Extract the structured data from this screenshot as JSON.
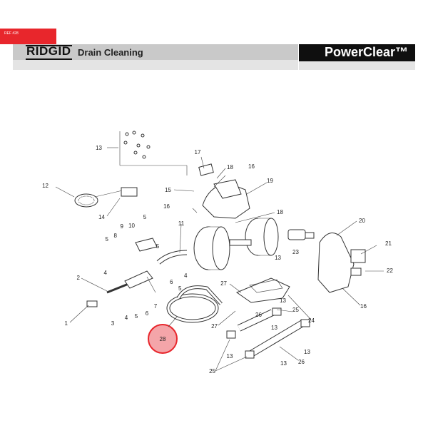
{
  "header": {
    "ref_tag": "REF #28",
    "brand": "RIDGID",
    "section": "Drain Cleaning",
    "product": "PowerClear™"
  },
  "colors": {
    "accent_red": "#e8262c",
    "header_gray": "#c9c9c9",
    "product_bar": "#0f0f0f",
    "highlight_fill": "#f4a5a9"
  },
  "diagram": {
    "highlighted_part": "28",
    "callouts": [
      "1",
      "2",
      "3",
      "4",
      "4",
      "4",
      "5",
      "5",
      "5",
      "5",
      "6",
      "6",
      "7",
      "8",
      "9",
      "10",
      "11",
      "12",
      "13",
      "13",
      "13",
      "13",
      "13",
      "13",
      "13",
      "14",
      "15",
      "16",
      "16",
      "16",
      "17",
      "18",
      "18",
      "19",
      "20",
      "21",
      "22",
      "23",
      "24",
      "25",
      "25",
      "26",
      "26",
      "27",
      "27",
      "28"
    ]
  }
}
